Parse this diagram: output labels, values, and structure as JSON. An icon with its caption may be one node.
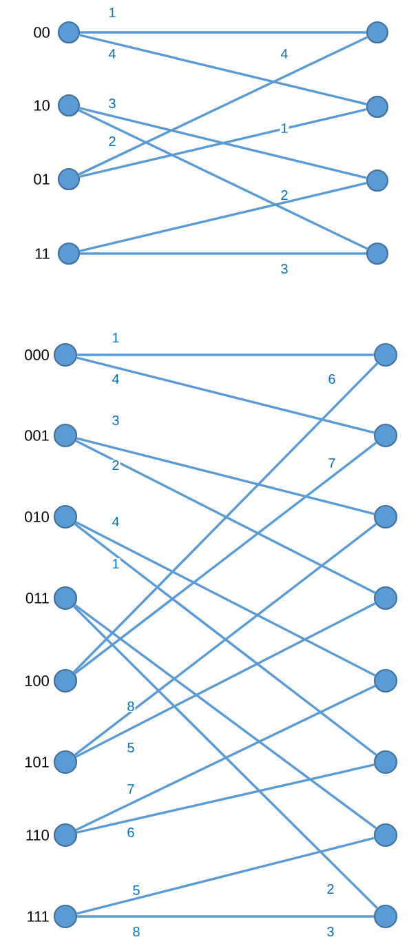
{
  "diagram": {
    "nodes": [
      {
        "text": [],
        "shape": "circle",
        "beside": [
          "00"
        ]
      },
      {
        "text": [],
        "shape": "circle",
        "beside": [
          "10"
        ]
      },
      {
        "text": [],
        "shape": "circle",
        "beside": [
          "01"
        ]
      },
      {
        "text": [],
        "shape": "circle",
        "beside": [
          "11"
        ]
      },
      {
        "text": [],
        "shape": "circle"
      },
      {
        "text": [],
        "shape": "circle"
      },
      {
        "text": [],
        "shape": "circle"
      },
      {
        "text": [],
        "shape": "circle"
      },
      {
        "text": [],
        "shape": "circle",
        "beside": [
          "000"
        ]
      },
      {
        "text": [],
        "shape": "circle",
        "beside": [
          "001"
        ]
      },
      {
        "text": [],
        "shape": "circle",
        "beside": [
          "010"
        ]
      },
      {
        "text": [],
        "shape": "circle",
        "beside": [
          "011"
        ]
      },
      {
        "text": [],
        "shape": "circle",
        "beside": [
          "100"
        ]
      },
      {
        "text": [],
        "shape": "circle",
        "beside": [
          "101"
        ]
      },
      {
        "text": [],
        "shape": "circle",
        "beside": [
          "110"
        ]
      },
      {
        "text": [],
        "shape": "circle",
        "beside": [
          "111"
        ]
      },
      {
        "text": [],
        "shape": "circle"
      },
      {
        "text": [],
        "shape": "circle"
      },
      {
        "text": [],
        "shape": "circle"
      },
      {
        "text": [],
        "shape": "circle"
      },
      {
        "text": [],
        "shape": "circle"
      },
      {
        "text": [],
        "shape": "circle"
      },
      {
        "text": [],
        "shape": "circle"
      },
      {
        "text": [],
        "shape": "circle"
      }
    ],
    "edges": [
      {
        "from": 0,
        "to": 4,
        "arrow": "none",
        "label": "1"
      },
      {
        "from": 0,
        "to": 5,
        "arrow": "none",
        "label": "4"
      },
      {
        "from": 1,
        "to": 6,
        "arrow": "none",
        "label": "3"
      },
      {
        "from": 1,
        "to": 7,
        "arrow": "none",
        "label": "2"
      },
      {
        "from": 2,
        "to": 4,
        "arrow": "none",
        "label": "4"
      },
      {
        "from": 2,
        "to": 5,
        "arrow": "none",
        "label": "1"
      },
      {
        "from": 3,
        "to": 6,
        "arrow": "none",
        "label": "2"
      },
      {
        "from": 3,
        "to": 7,
        "arrow": "none",
        "label": "3"
      },
      {
        "from": 8,
        "to": 16,
        "arrow": "none",
        "label": "1"
      },
      {
        "from": 8,
        "to": 17,
        "arrow": "none",
        "label": "4"
      },
      {
        "from": 9,
        "to": 18,
        "arrow": "none",
        "label": "3"
      },
      {
        "from": 9,
        "to": 19,
        "arrow": "none",
        "label": "2"
      },
      {
        "from": 10,
        "to": 20,
        "arrow": "none",
        "label": "4"
      },
      {
        "from": 10,
        "to": 21,
        "arrow": "none",
        "label": "1"
      },
      {
        "from": 11,
        "to": 22,
        "arrow": "none"
      },
      {
        "from": 11,
        "to": 23,
        "arrow": "none",
        "label": "2"
      },
      {
        "from": 12,
        "to": 16,
        "arrow": "none",
        "label": "6"
      },
      {
        "from": 12,
        "to": 17,
        "arrow": "none",
        "label": "7"
      },
      {
        "from": 13,
        "to": 18,
        "arrow": "none",
        "label": "8"
      },
      {
        "from": 13,
        "to": 19,
        "arrow": "none",
        "label": "5"
      },
      {
        "from": 14,
        "to": 20,
        "arrow": "none",
        "label": "7"
      },
      {
        "from": 14,
        "to": 21,
        "arrow": "none",
        "label": "6"
      },
      {
        "from": 15,
        "to": 22,
        "arrow": "none",
        "label": "5"
      },
      {
        "from": 15,
        "to": 23,
        "arrow": "none",
        "label": "8"
      }
    ],
    "labels": [
      "3"
    ]
  }
}
